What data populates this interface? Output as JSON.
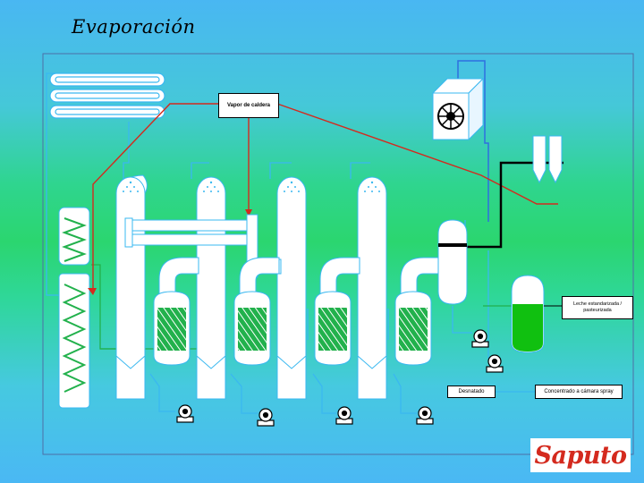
{
  "slide": {
    "title": "Evaporación"
  },
  "labels": {
    "steam": "Vapor de caldera",
    "milk": "Leche estandarizada / pasteurizada",
    "drain": "Desnatado",
    "concentrate": "Concentrado a cámara spray"
  },
  "logo": {
    "text": "Saputo",
    "color": "#d42a1e"
  },
  "colors": {
    "steam_line": "#d42a1e",
    "product_line": "#3ab8f0",
    "vacuum_line": "#2f6fe0",
    "coil": "#22b14c",
    "vessel": "#ffffff"
  }
}
